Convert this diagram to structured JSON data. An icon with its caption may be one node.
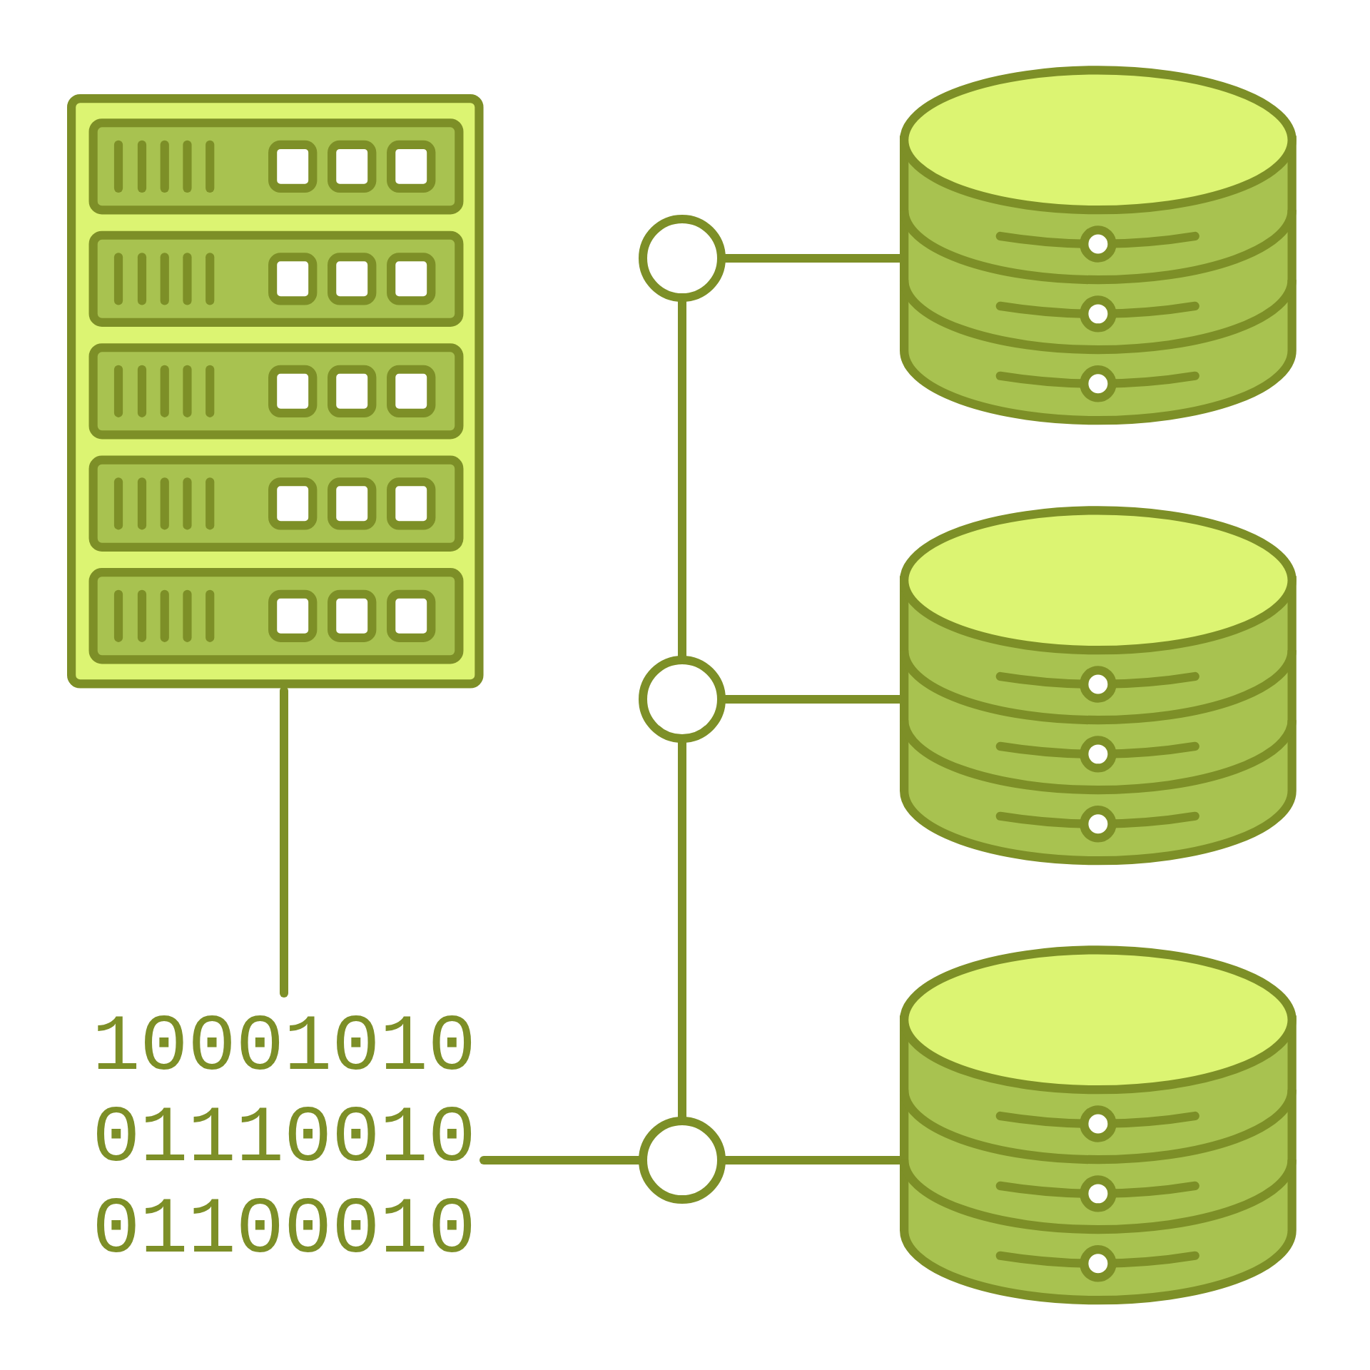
{
  "diagram": {
    "nodes": [
      {
        "text": [],
        "shape": "server"
      },
      {
        "text": [
          "10001010",
          "01110010",
          "01100010"
        ]
      },
      {
        "text": [],
        "shape": "circle"
      },
      {
        "text": [],
        "shape": "circle"
      },
      {
        "text": [],
        "shape": "circle"
      },
      {
        "text": [],
        "shape": "cylinder"
      },
      {
        "text": [],
        "shape": "cylinder"
      },
      {
        "text": [],
        "shape": "cylinder"
      }
    ],
    "edges": [
      {
        "from": 0,
        "to": 1,
        "arrow": "none"
      },
      {
        "from": 1,
        "to": 4,
        "arrow": "none"
      },
      {
        "from": 2,
        "to": 3,
        "arrow": "none"
      },
      {
        "from": 3,
        "to": 4,
        "arrow": "none"
      },
      {
        "from": 2,
        "to": 5,
        "arrow": "none"
      },
      {
        "from": 3,
        "to": 6,
        "arrow": "none"
      },
      {
        "from": 4,
        "to": 7,
        "arrow": "none"
      }
    ]
  }
}
